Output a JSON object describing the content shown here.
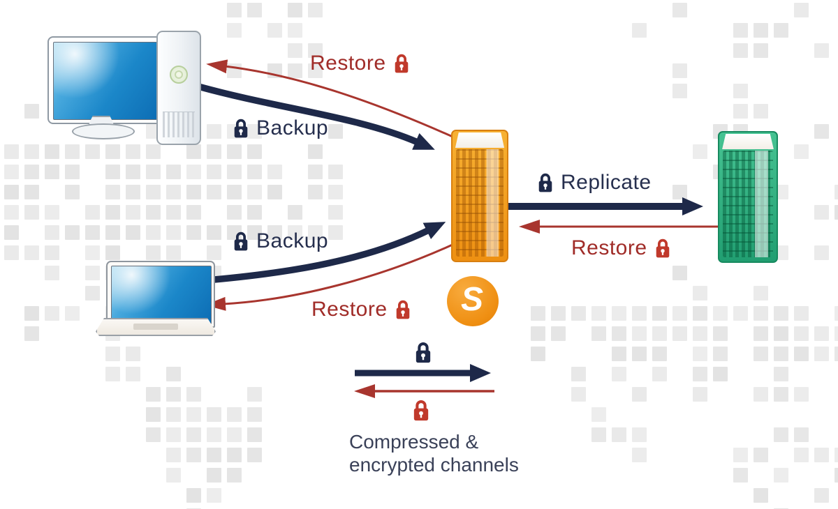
{
  "labels": {
    "backup_top": "Backup",
    "restore_top": "Restore",
    "backup_bottom": "Backup",
    "restore_bottom": "Restore",
    "replicate": "Replicate",
    "restore_right": "Restore"
  },
  "legend": {
    "caption_line1": "Compressed &",
    "caption_line2": "encrypted channels"
  },
  "logo": {
    "letter": "S"
  },
  "colors": {
    "backup_channel": "#1e2949",
    "restore_channel": "#a8352e",
    "restore_text": "#a02c28",
    "backup_text": "#262f4e",
    "caption_text": "#3a4158",
    "lock_navy": "#1e2949",
    "lock_red": "#c0392b",
    "map_square": "#e8e8e8"
  }
}
